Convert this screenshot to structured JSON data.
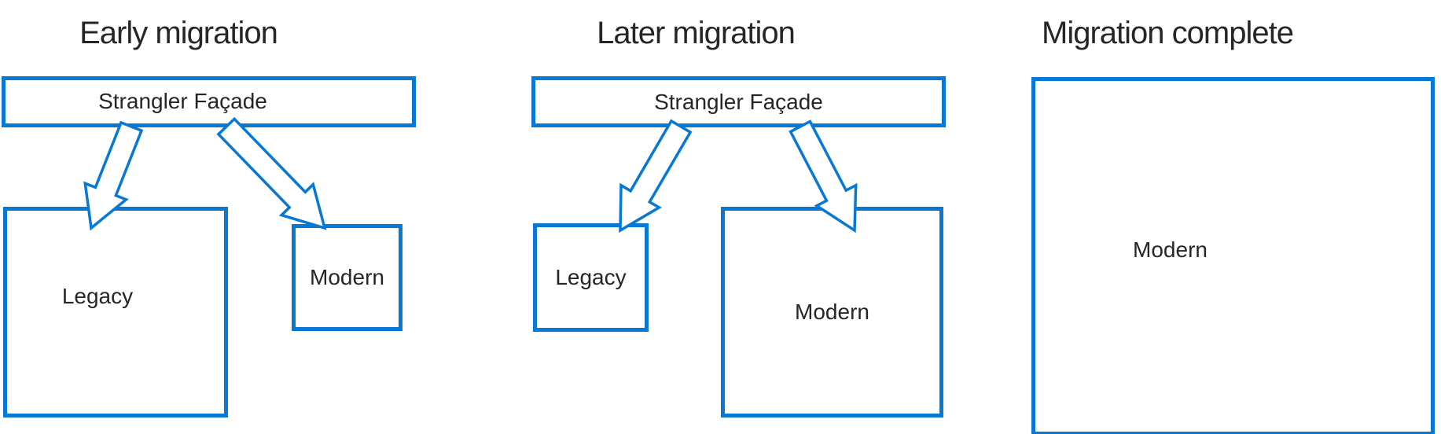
{
  "diagram": {
    "accent_color": "#0778d4",
    "text_color": "#262626",
    "background_color": "#ffffff",
    "description": "Strangler Fig migration pattern, three stages",
    "panels": [
      {
        "title": "Early migration",
        "facade_label": "Strangler Façade",
        "boxes": [
          {
            "label": "Legacy",
            "size": "large"
          },
          {
            "label": "Modern",
            "size": "small"
          }
        ]
      },
      {
        "title": "Later migration",
        "facade_label": "Strangler Façade",
        "boxes": [
          {
            "label": "Legacy",
            "size": "small"
          },
          {
            "label": "Modern",
            "size": "large"
          }
        ]
      },
      {
        "title": "Migration complete",
        "boxes": [
          {
            "label": "Modern",
            "size": "large"
          }
        ]
      }
    ]
  }
}
